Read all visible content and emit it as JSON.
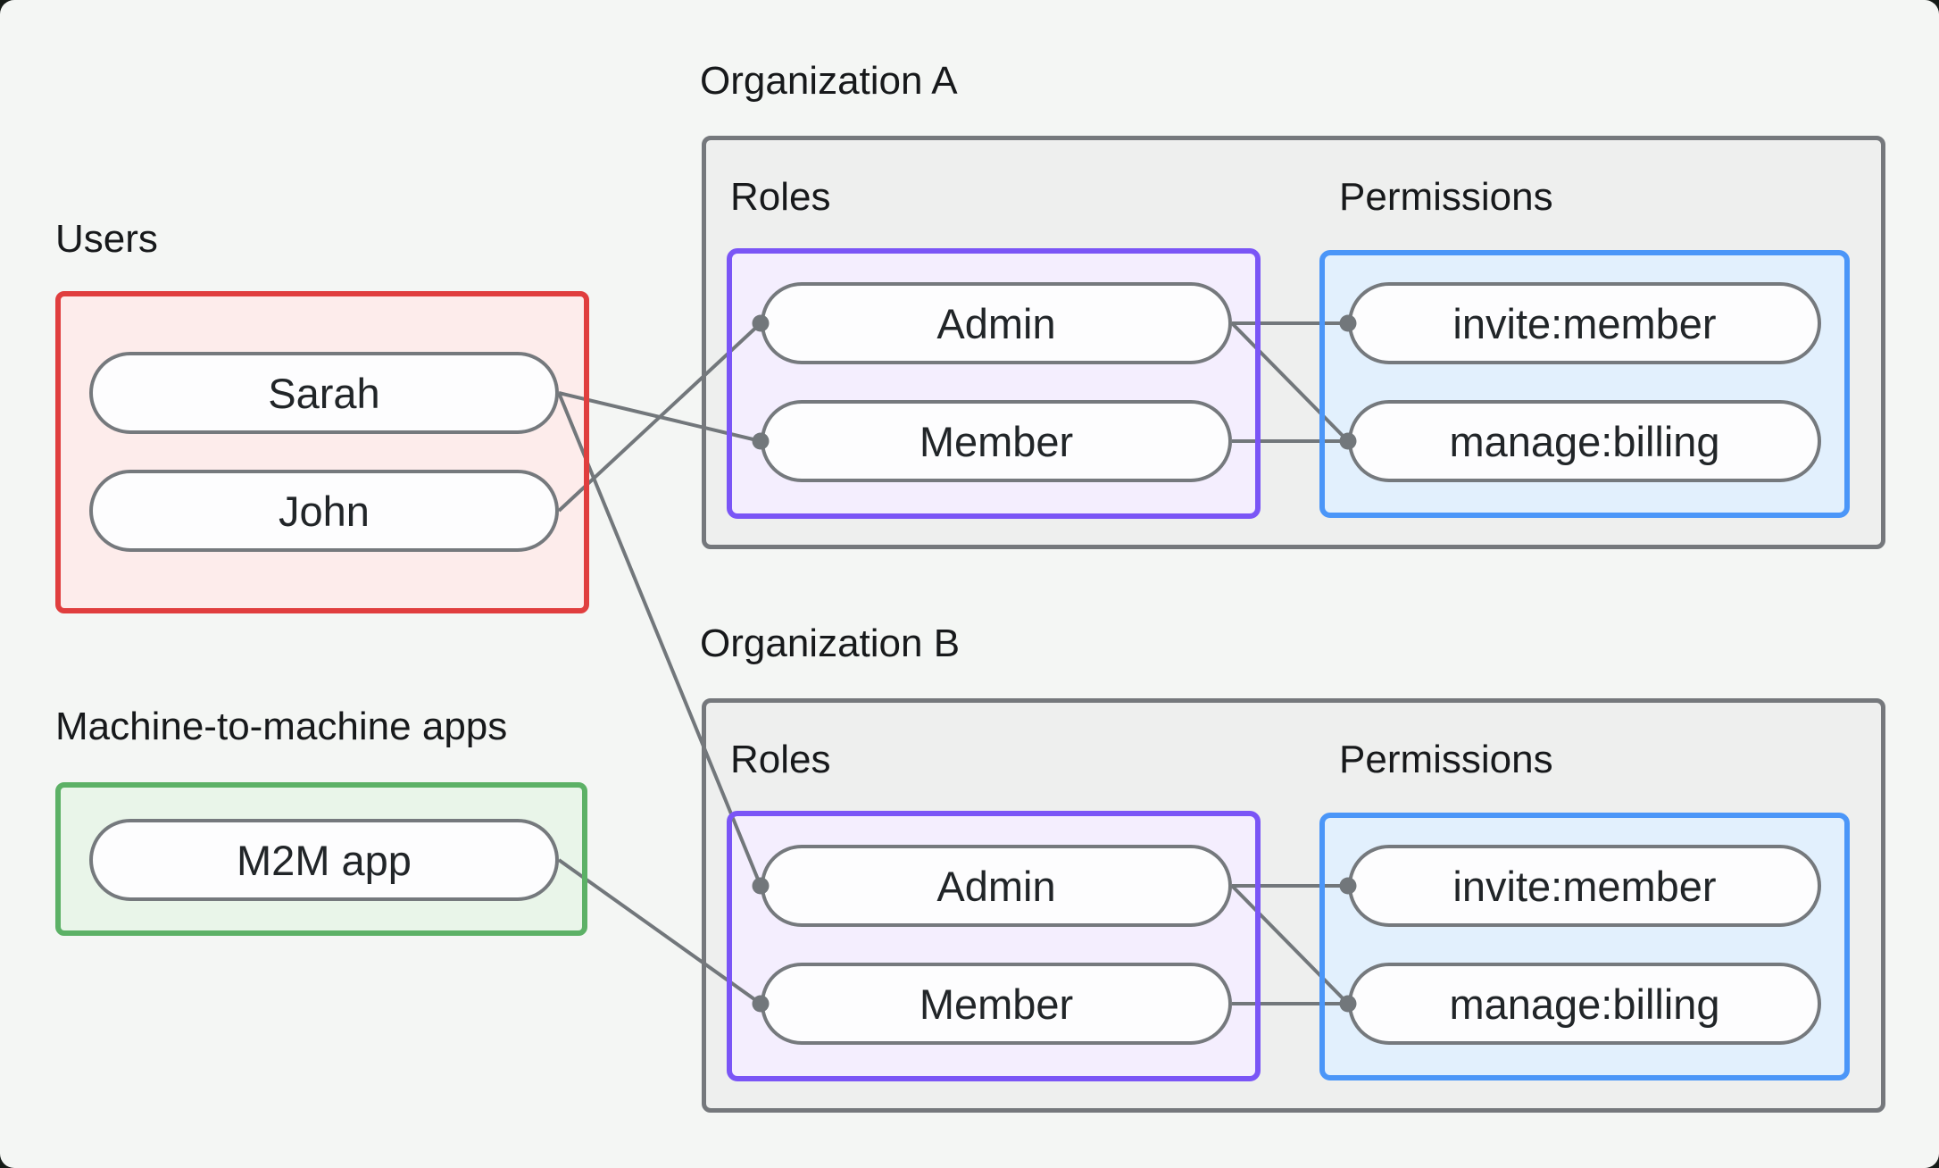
{
  "users_group": {
    "label": "Users",
    "border_color": "#e03e3e",
    "fill_color": "#fdeceb",
    "items": [
      {
        "label": "Sarah"
      },
      {
        "label": "John"
      }
    ]
  },
  "m2m_group": {
    "label": "Machine-to-machine apps",
    "border_color": "#5cb166",
    "fill_color": "#e9f5e9",
    "items": [
      {
        "label": "M2M app"
      }
    ]
  },
  "organizations": [
    {
      "label": "Organization A",
      "roles_label": "Roles",
      "permissions_label": "Permissions",
      "roles": [
        {
          "label": "Admin"
        },
        {
          "label": "Member"
        }
      ],
      "permissions": [
        {
          "label": "invite:member"
        },
        {
          "label": "manage:billing"
        }
      ]
    },
    {
      "label": "Organization B",
      "roles_label": "Roles",
      "permissions_label": "Permissions",
      "roles": [
        {
          "label": "Admin"
        },
        {
          "label": "Member"
        }
      ],
      "permissions": [
        {
          "label": "invite:member"
        },
        {
          "label": "manage:billing"
        }
      ]
    }
  ],
  "connections": {
    "user_to_role": [
      {
        "from": "Sarah",
        "to_org": "Organization A",
        "to_role": "Member"
      },
      {
        "from": "John",
        "to_org": "Organization A",
        "to_role": "Admin"
      },
      {
        "from": "Sarah",
        "to_org": "Organization B",
        "to_role": "Admin"
      },
      {
        "from": "M2M app",
        "to_org": "Organization B",
        "to_role": "Member"
      }
    ],
    "role_to_permission": [
      {
        "org": "Organization A",
        "from": "Admin",
        "to": "invite:member"
      },
      {
        "org": "Organization A",
        "from": "Admin",
        "to": "manage:billing"
      },
      {
        "org": "Organization A",
        "from": "Member",
        "to": "manage:billing"
      },
      {
        "org": "Organization B",
        "from": "Admin",
        "to": "invite:member"
      },
      {
        "org": "Organization B",
        "from": "Admin",
        "to": "manage:billing"
      },
      {
        "org": "Organization B",
        "from": "Member",
        "to": "manage:billing"
      }
    ]
  },
  "colors": {
    "page_background": "#f4f6f4",
    "org_box_fill": "#eeefee",
    "org_box_border": "#75787c",
    "roles_box_border": "#7a55f6",
    "roles_box_fill": "#f4eefe",
    "permissions_box_border": "#4b96f8",
    "permissions_box_fill": "#e2f0fd",
    "pill_border": "#75797d",
    "connector": "#72777b",
    "text": "#17191b"
  }
}
